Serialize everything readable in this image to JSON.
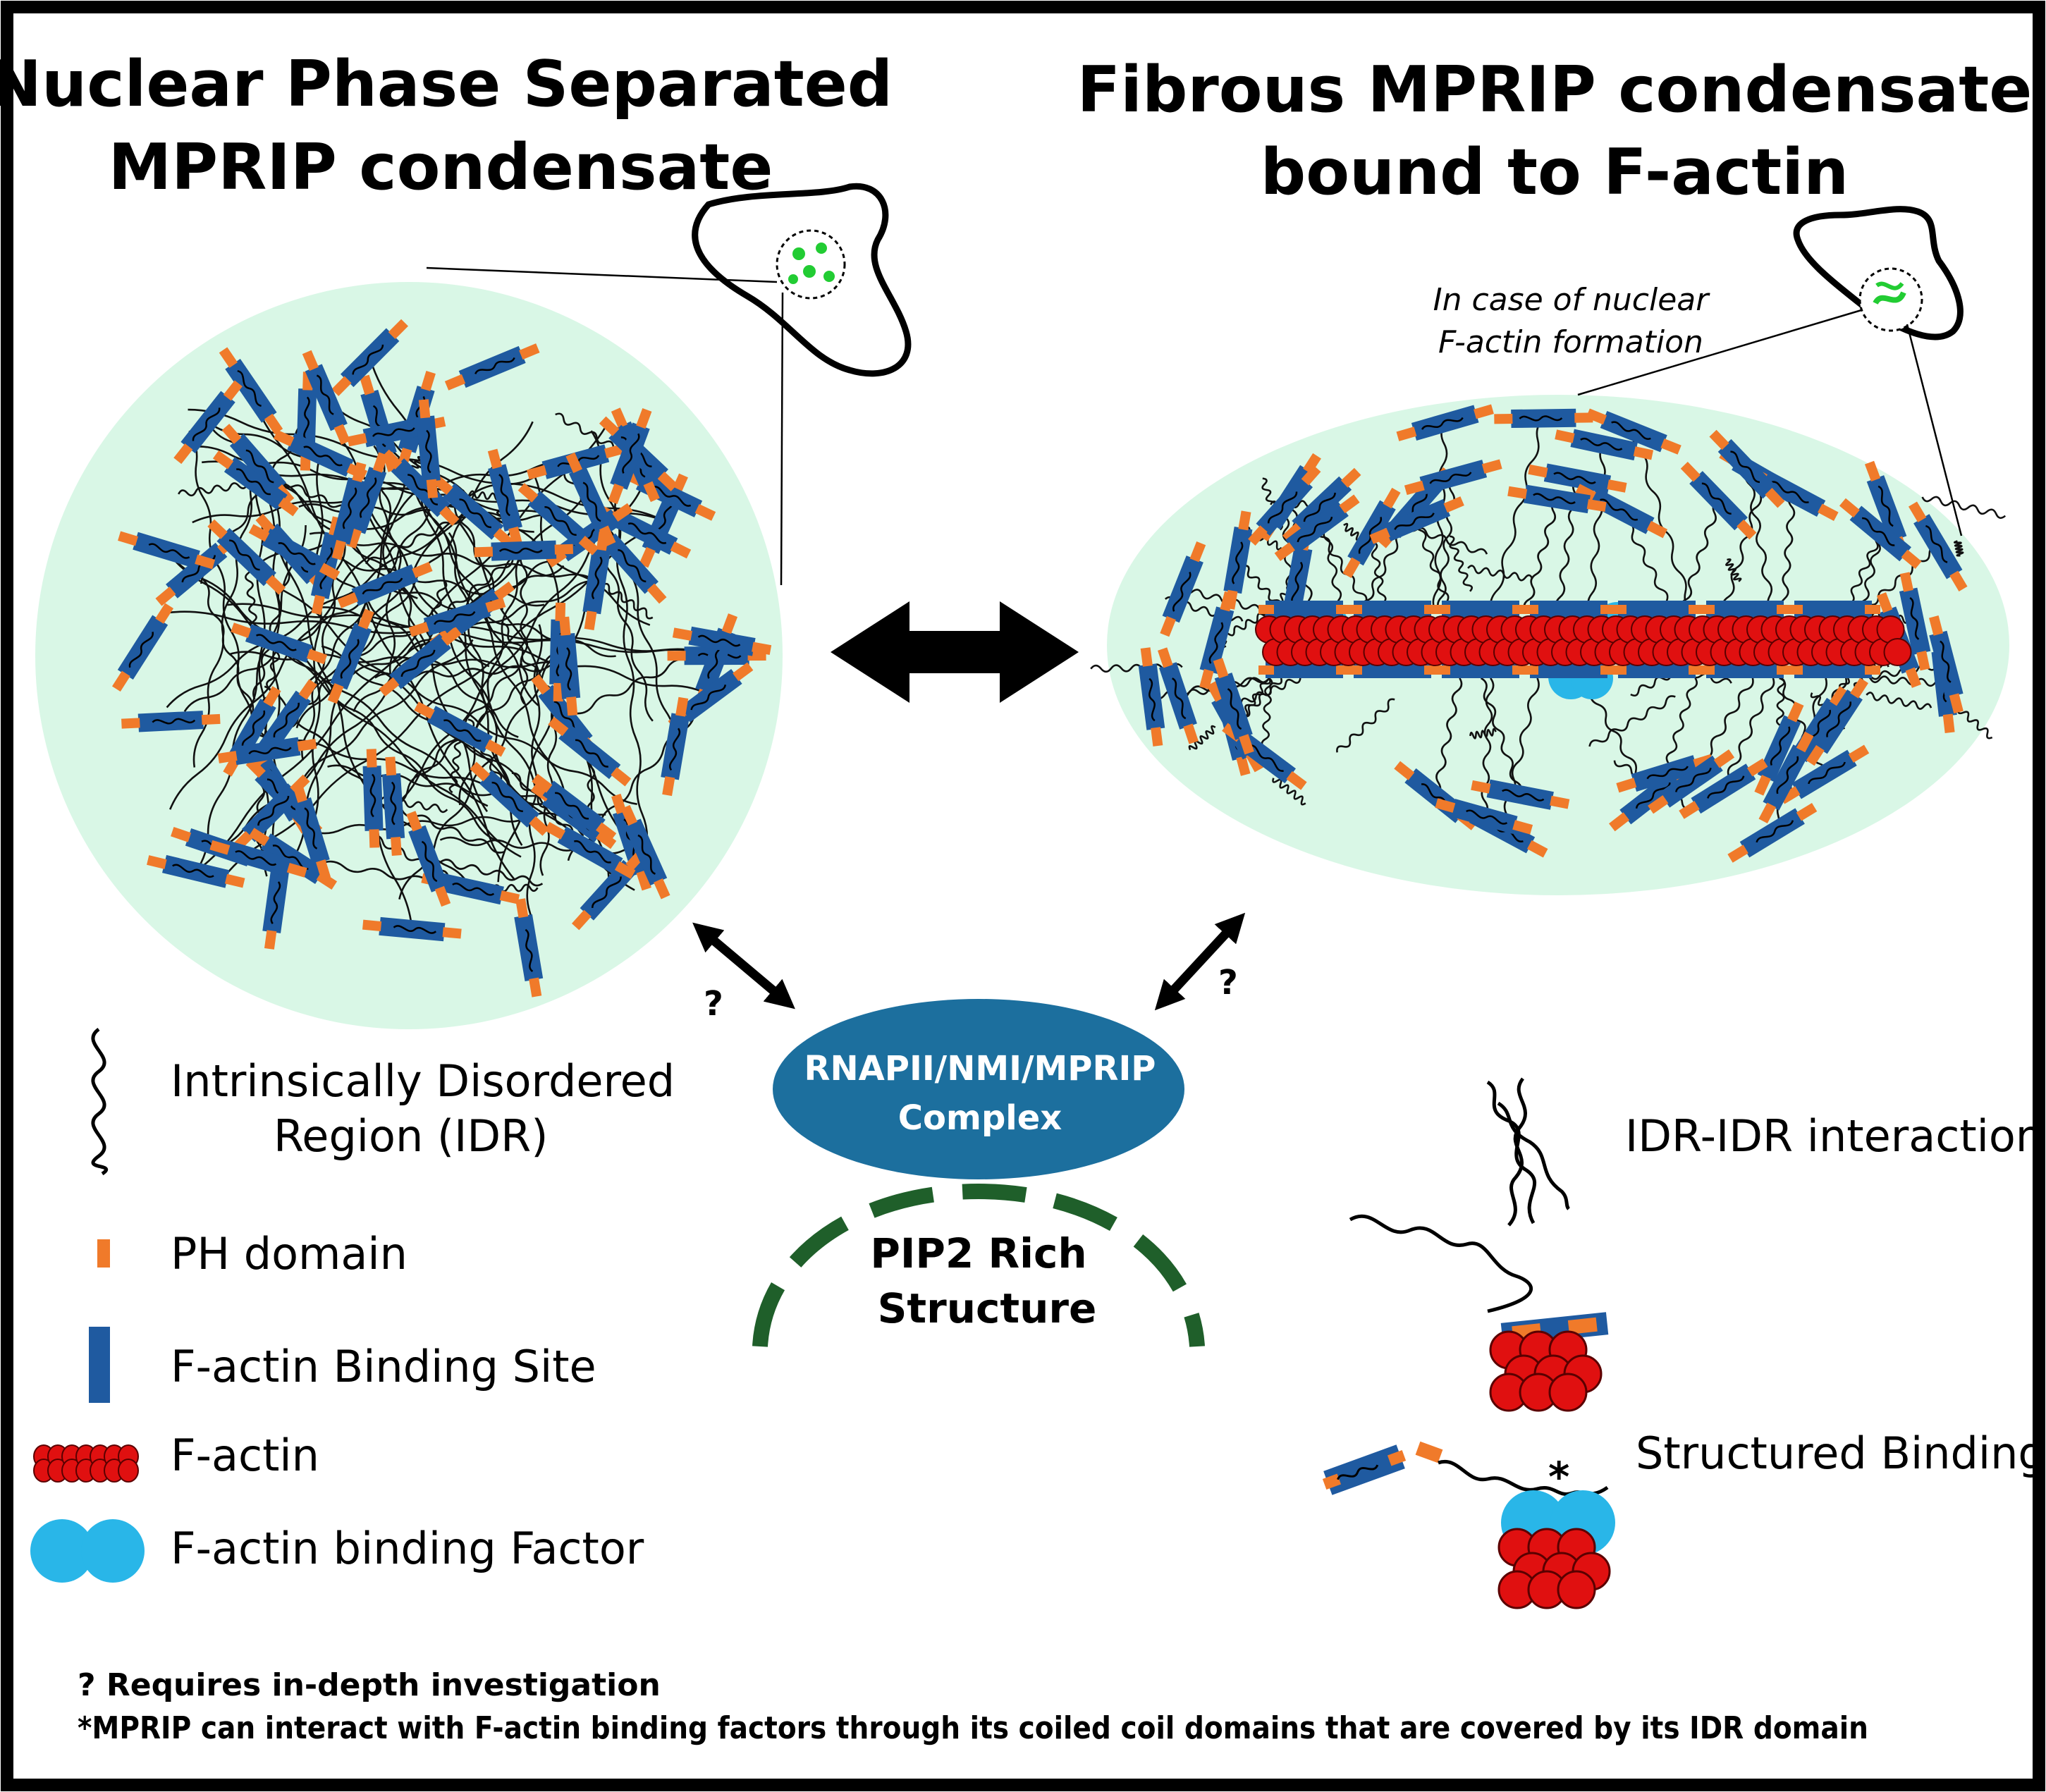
{
  "titles": {
    "left_line1": "Nuclear Phase Separated",
    "left_line2": "MPRIP condensate",
    "right_line1": "Fibrous MPRIP condensate",
    "right_line2": "bound to F-actin"
  },
  "annotation": {
    "line1": "In case of nuclear",
    "line2": "F-actin formation"
  },
  "complex": {
    "line1": "RNAPII/NMI/MPRIP",
    "line2": "Complex"
  },
  "pip2": {
    "line1": "PIP2 Rich",
    "line2": "Structure"
  },
  "question_mark": "?",
  "star": "*",
  "legend": {
    "idr_line1": "Intrinsically Disordered",
    "idr_line2": "Region (IDR)",
    "ph": "PH domain",
    "binding_site": "F-actin Binding Site",
    "factin": "F-actin",
    "factor": "F-actin binding Factor",
    "idr_idr": "IDR-IDR interaction",
    "structured": "Structured Binding"
  },
  "footnotes": {
    "line1": "? Requires in-depth investigation",
    "line2": "*MPRIP can interact with F-actin binding factors through its coiled coil domains that are covered by its IDR domain"
  },
  "colors": {
    "condensate_fill": "#d9f7e6",
    "binding_site": "#1f5aa0",
    "ph_domain": "#f07a2a",
    "factin": "#e01010",
    "factor": "#29b6e8",
    "complex": "#1c6f9e",
    "pip2_dash": "#1f5f2a",
    "nucleus_dot": "#22cc33"
  }
}
